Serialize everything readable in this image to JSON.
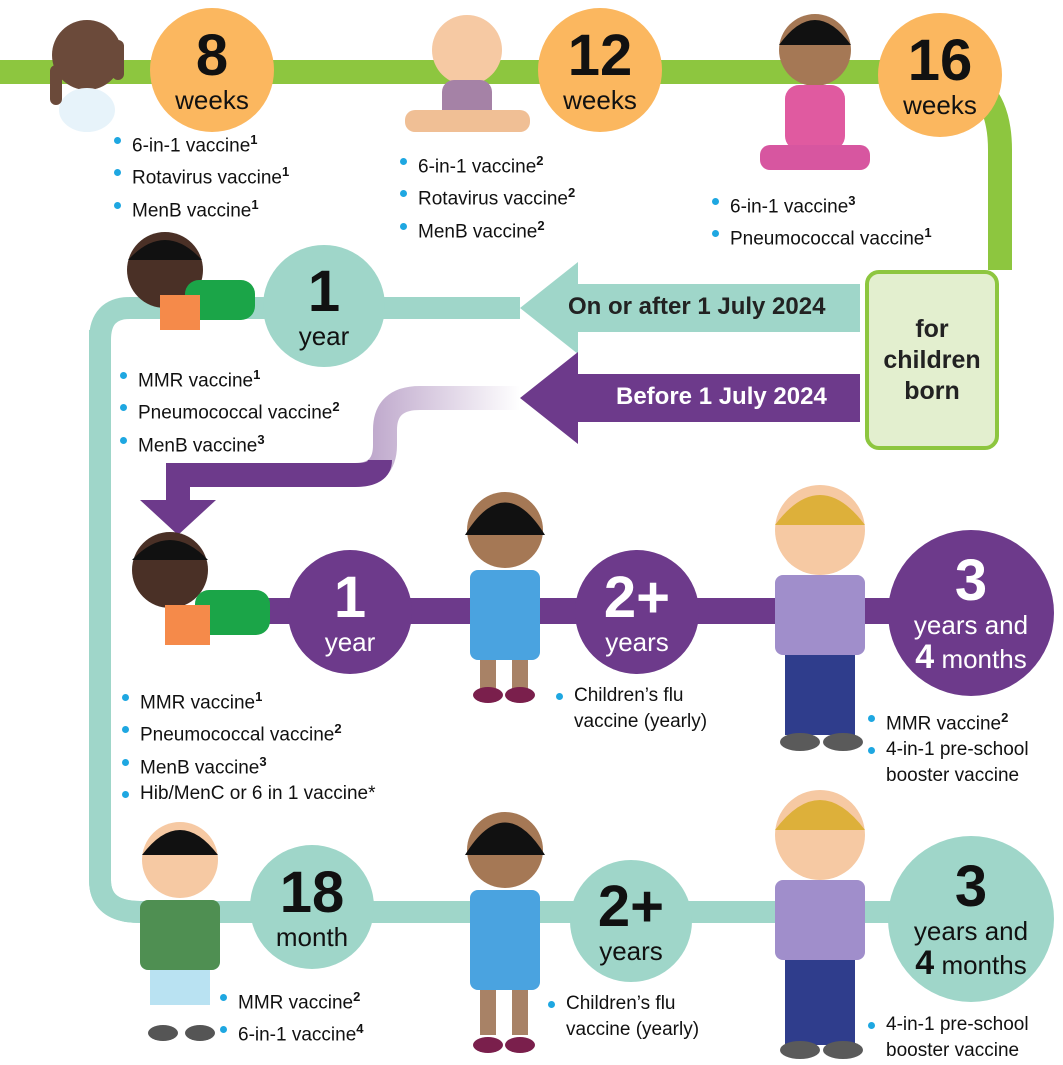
{
  "colors": {
    "green": "#8dc63f",
    "orange": "#fbb75f",
    "teal": "#9fd6c9",
    "purple": "#6d3a8b",
    "bullet": "#1ea7e1"
  },
  "box": {
    "label": "for children born"
  },
  "arrows": {
    "after": "On or after 1 July 2024",
    "before": "Before 1 July 2024"
  },
  "top": [
    {
      "num": "8",
      "unit": "weeks",
      "items": [
        {
          "t": "6-in-1 vaccine",
          "s": "1"
        },
        {
          "t": "Rotavirus vaccine",
          "s": "1"
        },
        {
          "t": "MenB vaccine",
          "s": "1"
        }
      ]
    },
    {
      "num": "12",
      "unit": "weeks",
      "items": [
        {
          "t": "6-in-1 vaccine",
          "s": "2"
        },
        {
          "t": "Rotavirus vaccine",
          "s": "2"
        },
        {
          "t": "MenB vaccine",
          "s": "2"
        }
      ]
    },
    {
      "num": "16",
      "unit": "weeks",
      "items": [
        {
          "t": "6-in-1 vaccine",
          "s": "3"
        },
        {
          "t": "Pneumococcal vaccine",
          "s": "1"
        }
      ]
    }
  ],
  "after": [
    {
      "num": "1",
      "unit": "year",
      "items": [
        {
          "t": "MMR vaccine",
          "s": "1"
        },
        {
          "t": "Pneumococcal vaccine",
          "s": "2"
        },
        {
          "t": "MenB vaccine",
          "s": "3"
        }
      ]
    },
    {
      "num": "18",
      "unit": "month",
      "items": [
        {
          "t": "MMR vaccine",
          "s": "2"
        },
        {
          "t": "6-in-1 vaccine",
          "s": "4"
        }
      ]
    },
    {
      "num": "2+",
      "unit": "years",
      "items": [
        {
          "t": "Children’s flu vaccine (yearly)",
          "s": ""
        }
      ]
    },
    {
      "num": "3",
      "unit": "years and",
      "unit2": "4",
      "unit3": "months",
      "items": [
        {
          "t": "4-in-1 pre-school booster vaccine",
          "s": ""
        }
      ]
    }
  ],
  "before": [
    {
      "num": "1",
      "unit": "year",
      "items": [
        {
          "t": "MMR vaccine",
          "s": "1"
        },
        {
          "t": "Pneumococcal vaccine",
          "s": "2"
        },
        {
          "t": "MenB vaccine",
          "s": "3"
        },
        {
          "t": "Hib/MenC or 6 in 1 vaccine*",
          "s": ""
        }
      ]
    },
    {
      "num": "2+",
      "unit": "years",
      "items": [
        {
          "t": "Children’s flu vaccine (yearly)",
          "s": ""
        }
      ]
    },
    {
      "num": "3",
      "unit": "years and",
      "unit2": "4",
      "unit3": "months",
      "items": [
        {
          "t": "MMR vaccine",
          "s": "2"
        },
        {
          "t": "4-in-1 pre-school booster vaccine",
          "s": ""
        }
      ]
    }
  ]
}
